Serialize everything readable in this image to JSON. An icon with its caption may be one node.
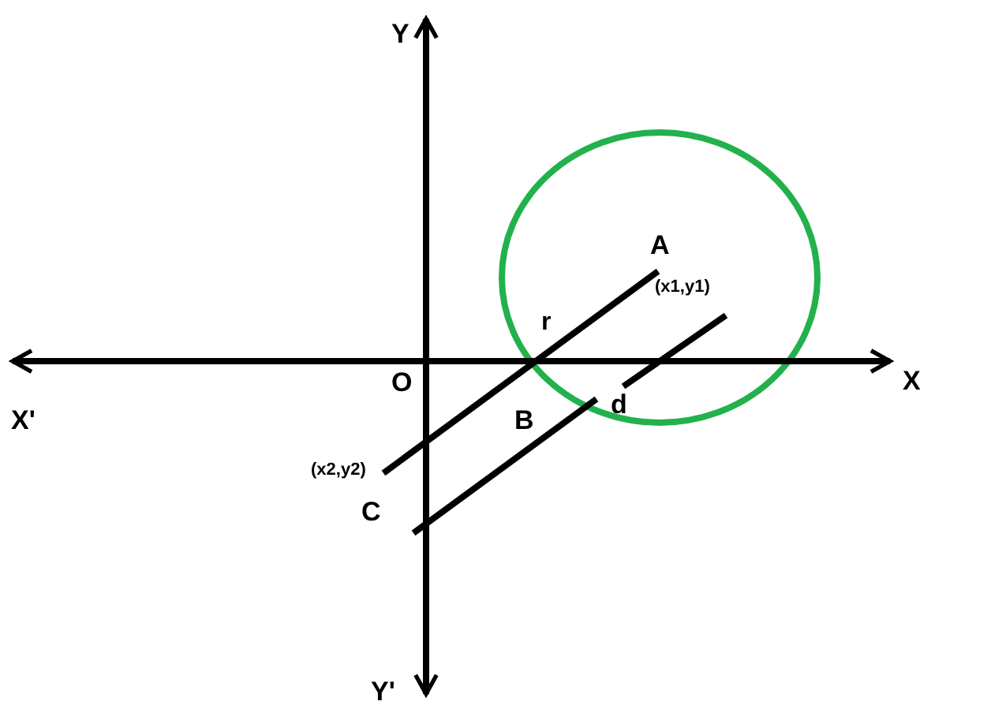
{
  "diagram": {
    "labels": [
      "Y",
      "A",
      "(x1,y1)",
      "r",
      "X'",
      "O",
      "X",
      "d",
      "B",
      "(x2,y2)",
      "C",
      "Y'"
    ]
  }
}
